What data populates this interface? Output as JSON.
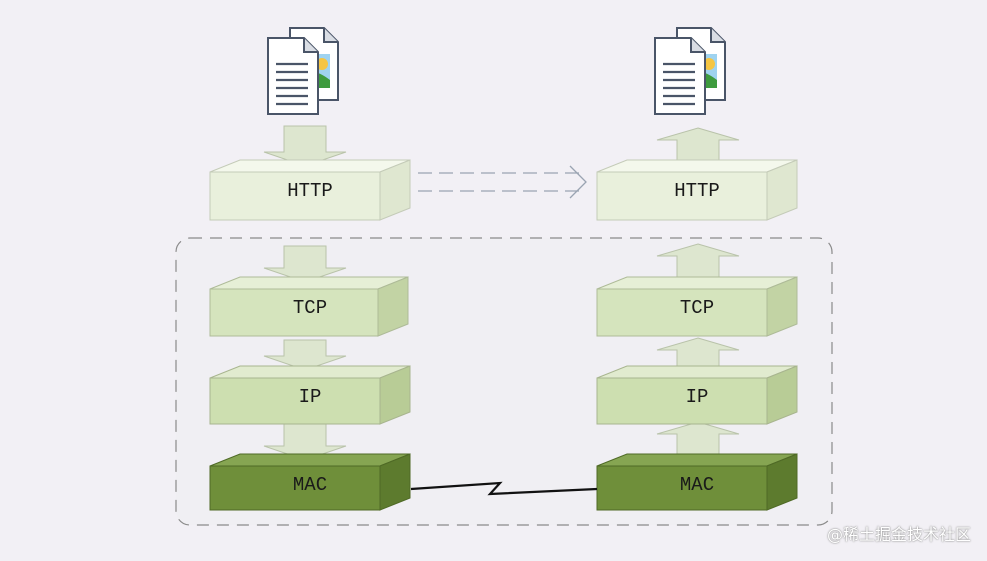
{
  "diagram": {
    "left_stack": {
      "layers": [
        {
          "label": "HTTP"
        },
        {
          "label": "TCP"
        },
        {
          "label": "IP"
        },
        {
          "label": "MAC"
        }
      ]
    },
    "right_stack": {
      "layers": [
        {
          "label": "HTTP"
        },
        {
          "label": "TCP"
        },
        {
          "label": "IP"
        },
        {
          "label": "MAC"
        }
      ]
    },
    "colors": {
      "light_box": "#e9f0dc",
      "mid_box": "#cfe0b5",
      "dark_box": "#6f8f3a",
      "arrow": "#dde6cf",
      "background": "#f2f0f5"
    },
    "icons": {
      "left_document": "document-pair-icon",
      "right_document": "document-pair-icon"
    }
  },
  "watermark": {
    "text": "@稀土掘金技术社区"
  }
}
